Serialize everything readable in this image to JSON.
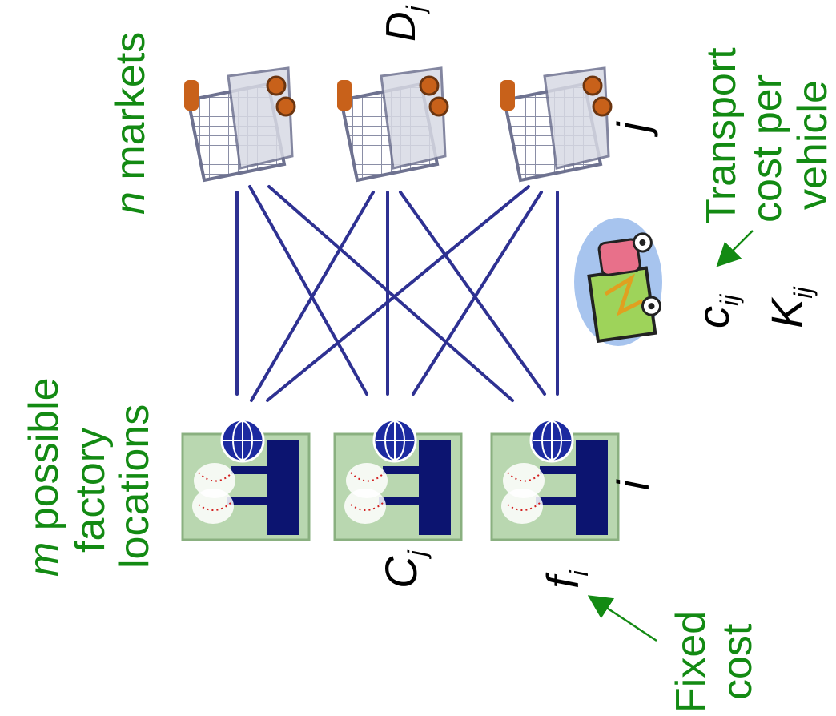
{
  "labels": {
    "markets_var": "n",
    "markets_text": " markets",
    "factories_var": "m",
    "factories_line1": " possible",
    "factories_line2": "factory",
    "factories_line3": "locations",
    "transport_line1": "Transport",
    "transport_line2": "cost per",
    "transport_line3": "vehicle",
    "fixed_line1": "Fixed",
    "fixed_line2": "cost"
  },
  "symbols": {
    "demand_base": "D",
    "demand_sub": "j",
    "market_index": "j",
    "capacity_base": "C",
    "capacity_sub": "j",
    "factory_index": "i",
    "fixed_base": "f",
    "fixed_sub": "i",
    "transport_base": "c",
    "transport_sub": "ij",
    "vehicle_base": "K",
    "vehicle_sub": "ij"
  },
  "colors": {
    "label_green": "#138a13",
    "edge_blue": "#2e3192",
    "factory_bg": "#b9d7b0",
    "factory_navy": "#0c1470",
    "cart_metal": "#8a8ea6",
    "cart_wheel": "#c8611a",
    "truck_green": "#9ed35a",
    "truck_pink": "#e8708a",
    "cloud_blue": "#a7c4ee"
  },
  "icons": [
    "shopping-cart-icon",
    "factory-map-icon",
    "globe-icon",
    "delivery-truck-icon"
  ]
}
